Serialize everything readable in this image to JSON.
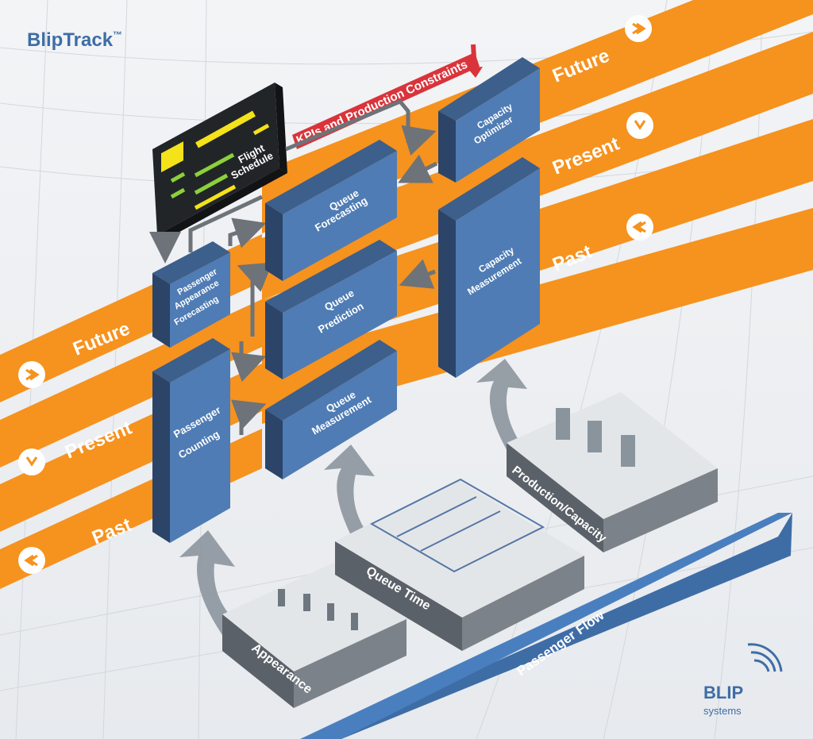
{
  "brand": {
    "wordmark_part1": "Blip",
    "wordmark_part2": "Track",
    "trademark": "™"
  },
  "footer_logo": {
    "name": "BLIP",
    "sub": "systems",
    "icon": "wifi-signal-icon"
  },
  "colors": {
    "orange": "#f6921e",
    "band_gray": "#d4d9df",
    "box_front": "#4f7cb4",
    "box_side": "#2b4468",
    "box_top": "#3c5f8c",
    "arrow_gray": "#6d7378",
    "kpi_red": "#d9343b",
    "flow_blue": "#3e6da6",
    "platform_gray": "#5b6168",
    "platform_top": "#e3e6e9"
  },
  "time_labels": {
    "left": [
      "Future",
      "Present",
      "Past"
    ],
    "right": [
      "Future",
      "Present",
      "Past"
    ]
  },
  "time_icons": {
    "future": "arrow-right-circle-icon",
    "present": "arrow-down-circle-icon",
    "past": "arrow-left-circle-icon"
  },
  "flight_schedule": {
    "line1": "Flight",
    "line2": "Schedule",
    "icon": "airplane-icon"
  },
  "kpi_banner": "KPIs and Production Constraints",
  "boxes": {
    "capacity_optimizer": [
      "Capacity",
      "Optimizer"
    ],
    "queue_forecasting": [
      "Queue",
      "Forecasting"
    ],
    "capacity_measurement": [
      "Capacity",
      "Measurement"
    ],
    "passenger_appearance_forecasting": [
      "Passenger",
      "Appearance",
      "Forecasting"
    ],
    "queue_prediction": [
      "Queue",
      "Prediction"
    ],
    "queue_measurement": [
      "Queue",
      "Measurement"
    ],
    "passenger_counting": [
      "Passenger",
      "Counting"
    ]
  },
  "platforms": {
    "appearance": "Appearance",
    "queue_time": "Queue Time",
    "production_capacity": "Production/Capacity"
  },
  "passenger_flow": "Passenger Flow"
}
